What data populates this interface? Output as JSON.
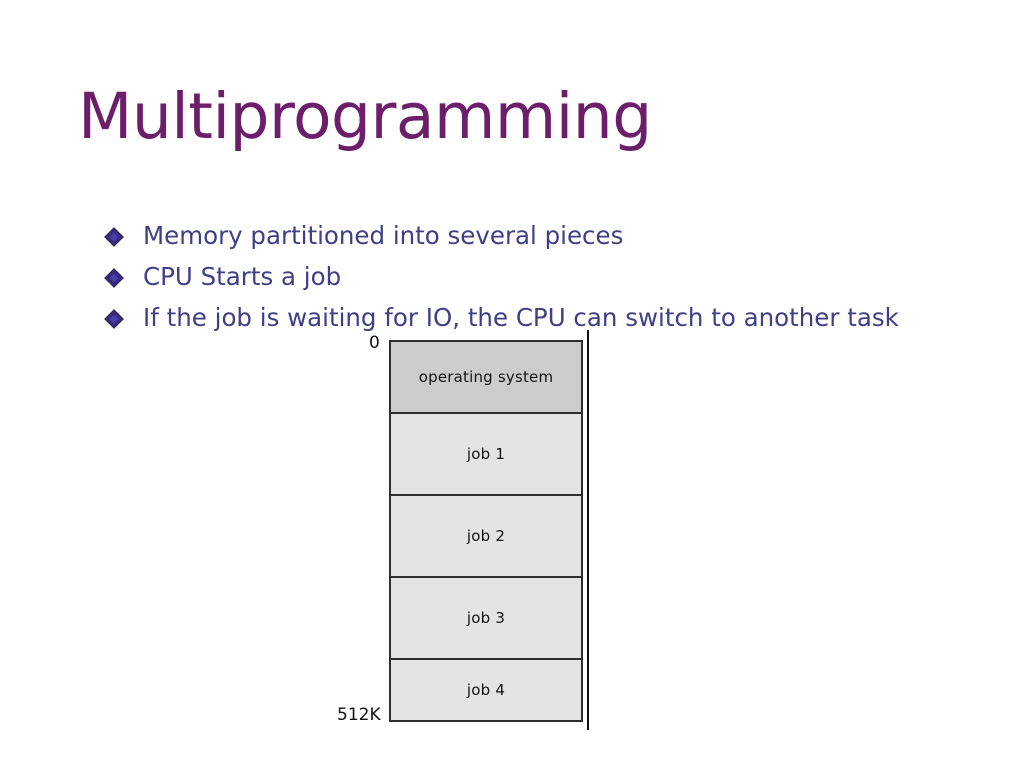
{
  "slide": {
    "title": "Multiprogramming",
    "title_color": "#6d1e6b",
    "background_color": "#ffffff"
  },
  "bullets": {
    "text_color": "#3f3f86",
    "marker_icon": "diamond-bullet-icon",
    "items": [
      {
        "text": "Memory partitioned into several pieces"
      },
      {
        "text": "CPU Starts a job"
      },
      {
        "text": "If the job is waiting for IO, the CPU can switch to another task"
      }
    ]
  },
  "memory_diagram": {
    "name": "memory-partition-diagram",
    "top_address_label": "0",
    "bottom_address_label": "512K",
    "os_block_color": "#cccccc",
    "job_block_color": "#e4e4e4",
    "border_color": "#2e2e2e",
    "blocks": [
      {
        "label": "operating system",
        "kind": "os"
      },
      {
        "label": "job 1",
        "kind": "job"
      },
      {
        "label": "job 2",
        "kind": "job"
      },
      {
        "label": "job 3",
        "kind": "job"
      },
      {
        "label": "job 4",
        "kind": "job"
      }
    ]
  }
}
